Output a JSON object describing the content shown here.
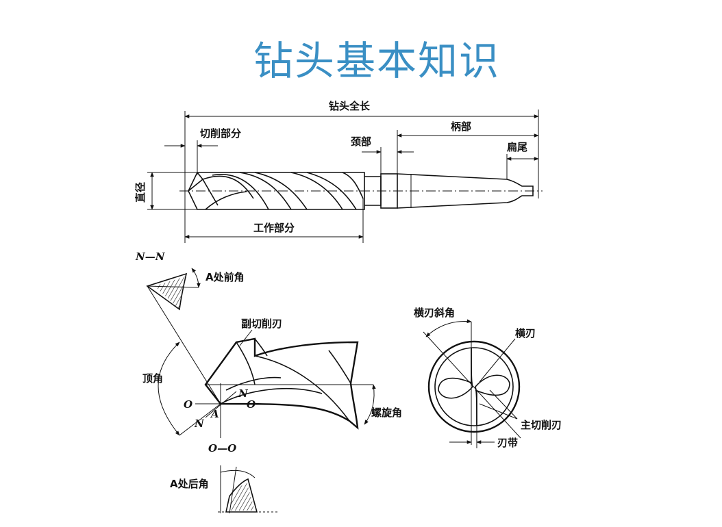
{
  "title": "钻头基本知识",
  "colors": {
    "title": "#3a8fc4",
    "ink": "#111111"
  },
  "side_view": {
    "labels": {
      "overall_length": "钻头全长",
      "cutting_part": "切削部分",
      "shank": "柄部",
      "neck": "颈部",
      "tang": "扁尾",
      "diameter": "直径",
      "working_part": "工作部分"
    }
  },
  "tip_view": {
    "labels": {
      "section_nn": "N—N",
      "rake_angle_a": "A处前角",
      "minor_cutting_edge": "副切削刃",
      "point_angle": "顶角",
      "helix_angle": "螺旋角",
      "n_top": "N",
      "n_bottom": "N",
      "o_left": "O",
      "o_right": "O",
      "point_a": "A",
      "section_oo": "O—O",
      "clearance_angle_a": "A处后角"
    }
  },
  "end_view": {
    "labels": {
      "chisel_edge_angle": "横刃斜角",
      "chisel_edge": "横刃",
      "main_cutting_edge": "主切削刃",
      "margin": "刃带"
    }
  }
}
